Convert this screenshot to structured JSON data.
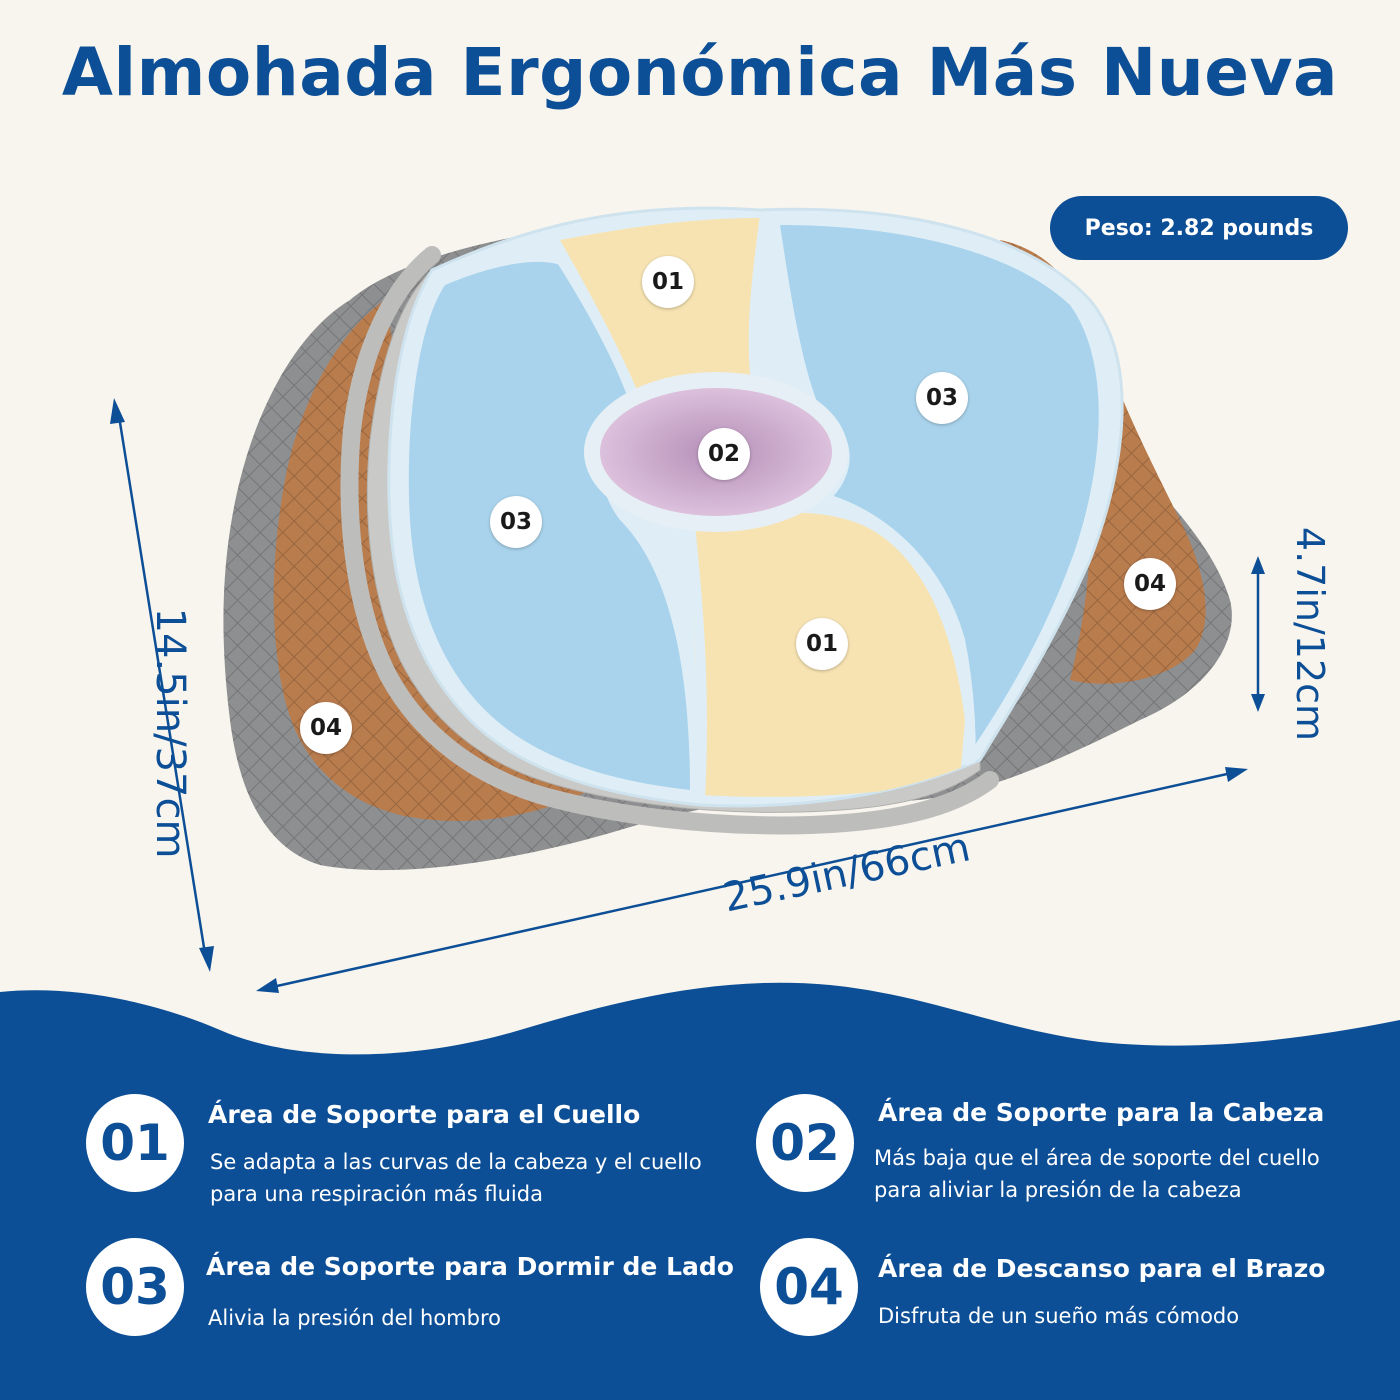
{
  "title": "Almohada Ergonómica Más Nueva",
  "weight_label": "Peso: 2.82 pounds",
  "dimensions": {
    "width": "25.9in/66cm",
    "height": "14.5in/37cm",
    "depth": "4.7in/12cm"
  },
  "zone_badges": {
    "neck_top": "01",
    "neck_bottom": "01",
    "head": "02",
    "side_left": "03",
    "side_right": "03",
    "arm_left": "04",
    "arm_right": "04"
  },
  "features": [
    {
      "number": "01",
      "title": "Área de Soporte para el Cuello",
      "desc_line1": "Se adapta a las curvas de la cabeza y el cuello",
      "desc_line2": "para una respiración más fluida"
    },
    {
      "number": "02",
      "title": "Área de Soporte para la Cabeza",
      "desc_line1": "Más baja que el área de soporte del cuello",
      "desc_line2": "para aliviar la presión de la cabeza"
    },
    {
      "number": "03",
      "title": "Área de Soporte para Dormir de Lado",
      "desc_line1": "Alivia la presión del hombro"
    },
    {
      "number": "04",
      "title": "Área de Descanso para el Brazo",
      "desc_line1": "Disfruta de un sueño más cómodo"
    }
  ],
  "colors": {
    "brand_blue": "#0d4f96",
    "zone_neck": "#f7e3b2",
    "zone_head": "#d7b6d8",
    "zone_side": "#a9d3ec",
    "zone_arm": "#b97c4d",
    "pillow_base": "#8e8f91"
  }
}
